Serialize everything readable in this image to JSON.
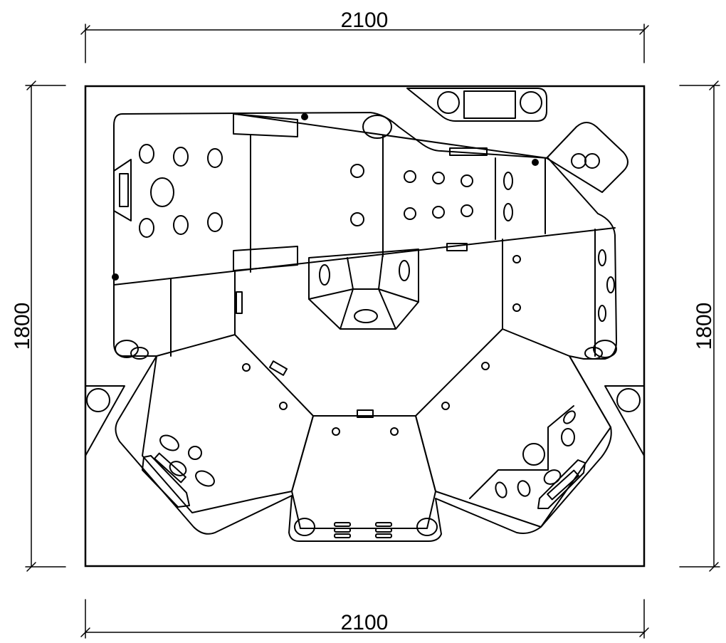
{
  "dimensions": {
    "top_width": "2100",
    "bottom_width": "2100",
    "left_height": "1800",
    "right_height": "1800"
  }
}
